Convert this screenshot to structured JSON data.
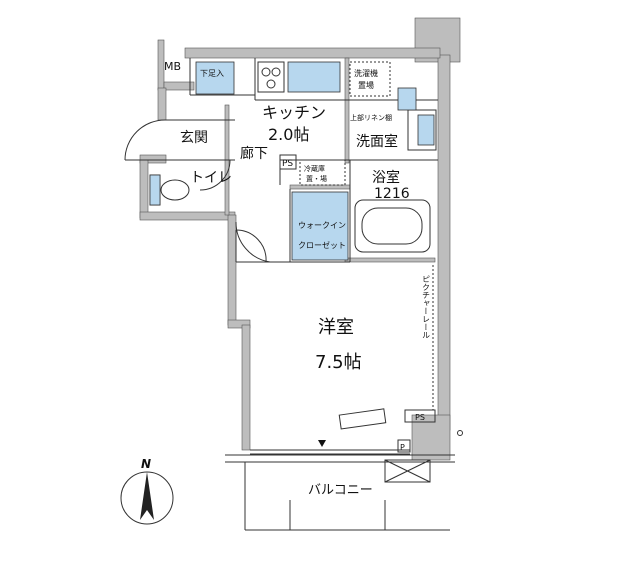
{
  "rooms": {
    "mb": "MB",
    "shoe_storage": "下足入",
    "kitchen": "キッチン",
    "kitchen_size": "2.0帖",
    "fridge_top": "冷蔵庫",
    "fridge_bottom": "置場",
    "laundry_top": "洗濯機",
    "laundry_bottom": "置場",
    "upper_linen": "上部リネン棚",
    "entrance": "玄関",
    "corridor": "廊下",
    "washroom": "洗面室",
    "ps_upper": "PS",
    "fridge2_top": "冷蔵庫",
    "fridge2_bottom": "置・場",
    "toilet": "トイレ",
    "bath": "浴室",
    "bath_size": "1216",
    "wic_top": "ウォークイン",
    "wic_bottom": "クローゼット",
    "picture_rail": "ピクチャーレール",
    "western": "洋室",
    "western_size": "7.5帖",
    "ps_lower": "PS",
    "p_box": "P",
    "balcony": "バルコニー",
    "north": "N"
  },
  "colors": {
    "wall": "#b9b9b9",
    "fixture_blue": "#b7d7ee",
    "line": "#222222",
    "text": "#111111"
  }
}
